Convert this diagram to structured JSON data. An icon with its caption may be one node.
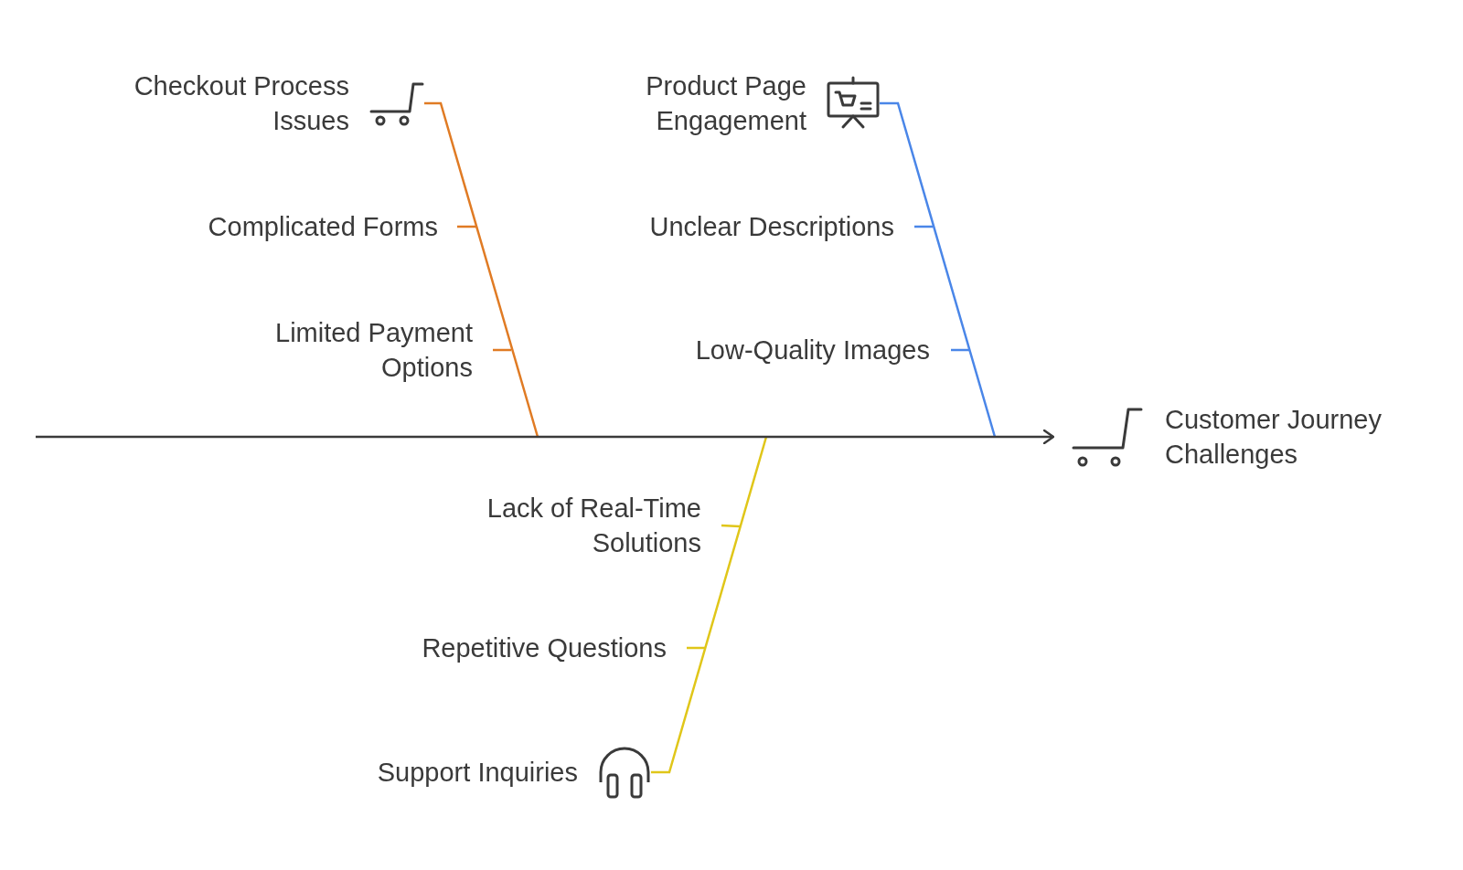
{
  "diagram": {
    "nodes": [
      {
        "text": [
          "Checkout Process Issues"
        ]
      },
      {
        "text": [
          "Complicated Forms"
        ]
      },
      {
        "text": [
          "Limited Payment Options"
        ]
      },
      {
        "text": [
          "Product Page Engagement"
        ]
      },
      {
        "text": [
          "Unclear Descriptions"
        ]
      },
      {
        "text": [
          "Low-Quality Images"
        ]
      },
      {
        "text": [
          "Lack of Real-Time Solutions"
        ]
      },
      {
        "text": [
          "Repetitive Questions"
        ]
      },
      {
        "text": [
          "Support Inquiries"
        ]
      },
      {
        "text": [
          "Customer Journey Challenges"
        ]
      }
    ],
    "edges": [
      {
        "from": 0,
        "to": null,
        "arrow": "none",
        "color": "#e07b24"
      },
      {
        "from": 1,
        "to": null,
        "arrow": "none",
        "color": "#e07b24"
      },
      {
        "from": 2,
        "to": null,
        "arrow": "none",
        "color": "#e07b24"
      },
      {
        "from": 3,
        "to": null,
        "arrow": "none",
        "color": "#4a86e8"
      },
      {
        "from": 4,
        "to": null,
        "arrow": "none",
        "color": "#4a86e8"
      },
      {
        "from": 5,
        "to": null,
        "arrow": "none",
        "color": "#4a86e8"
      },
      {
        "from": 8,
        "to": null,
        "arrow": "none",
        "color": "#e0c619"
      },
      {
        "from": 6,
        "to": null,
        "arrow": "none",
        "color": "#e0c619"
      },
      {
        "from": 7,
        "to": null,
        "arrow": "none",
        "color": "#e0c619"
      },
      {
        "from": null,
        "to": 9,
        "arrow": "to",
        "color": "#3a3a3a"
      }
    ]
  }
}
